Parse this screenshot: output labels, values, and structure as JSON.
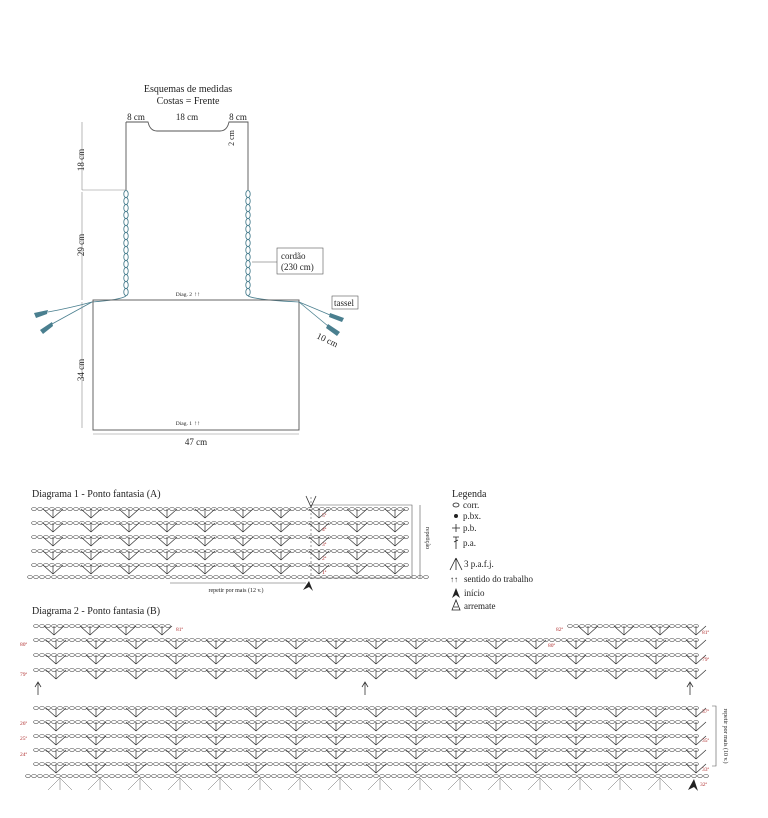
{
  "schematic": {
    "title": "Esquemas de medidas",
    "subtitle": "Costas = Frente",
    "top_left": "8 cm",
    "top_center": "18 cm",
    "top_right": "8 cm",
    "neck_depth": "2 cm",
    "upper_height": "18 cm",
    "mid_height": "29 cm",
    "lower_height": "34 cm",
    "width": "47 cm",
    "cord_label": "cordão",
    "cord_length": "(230 cm)",
    "tassel_label": "tassel",
    "tassel_length": "10 cm",
    "diag2_marker": "Diag. 2",
    "diag1_marker": "Diag. 1",
    "arrow_glyph": "↑↑"
  },
  "diagram1": {
    "title": "Diagrama 1 -  Ponto fantasia (A)",
    "row_labels": [
      "5ª",
      "4ª",
      "3ª",
      "2ª",
      "1ª"
    ],
    "repeat_bracket": "repetição",
    "repeat_note": "repetir por mais (12 v.)"
  },
  "legend": {
    "title": "Legenda",
    "items": [
      "corr.",
      "p.bx.",
      "p.b.",
      "p.a.",
      "3 p.a.f.j.",
      "sentido do trabalho",
      "início",
      "arremate"
    ]
  },
  "diagram2": {
    "title": "Diagrama 2 -  Ponto fantasia (B)",
    "top_left_labels": [
      "81ª",
      "80ª",
      "79ª"
    ],
    "top_right_labels": [
      "82ª",
      "80ª",
      "81ª",
      "79ª"
    ],
    "bottom_left_labels": [
      "26ª",
      "25ª",
      "24ª"
    ],
    "bottom_right_labels": [
      "37ª",
      "35ª",
      "33ª",
      "32ª"
    ],
    "repeat_bracket": "repetir por mais (10 v.)"
  },
  "colors": {
    "ink": "#222222",
    "row_number": "#b03030",
    "cord": "#4a7f8f"
  }
}
